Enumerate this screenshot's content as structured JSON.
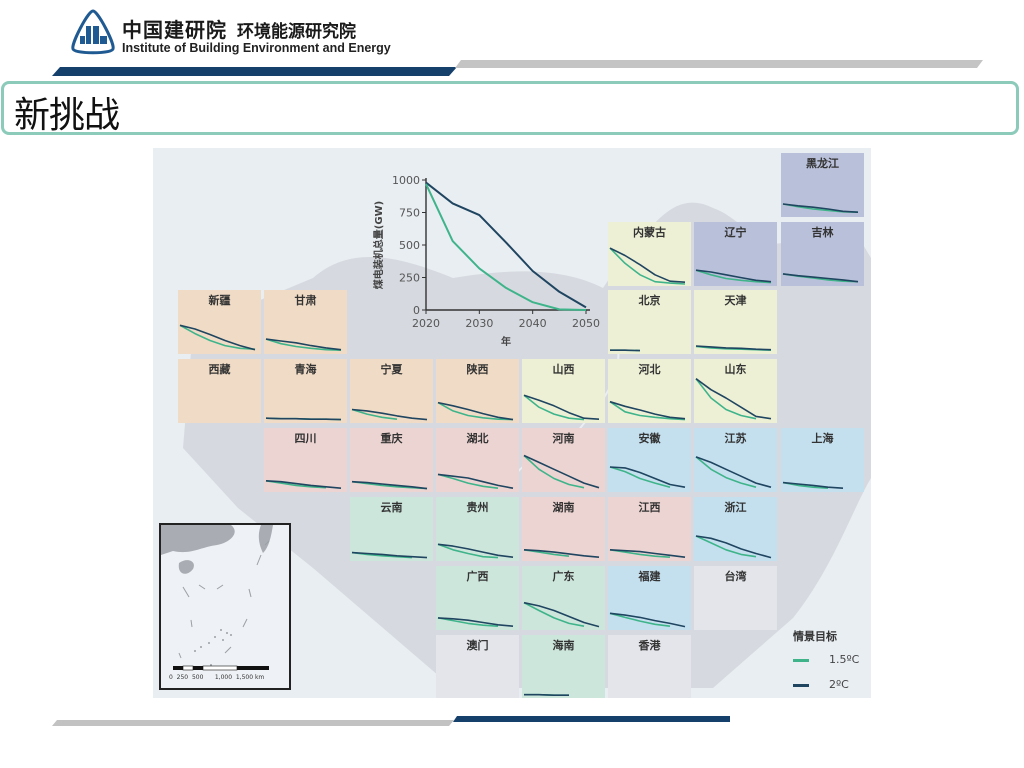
{
  "header": {
    "org_name_cn": "中国建研院",
    "org_sub_cn": "环境能源研究院",
    "org_name_en": "Institute of Building Environment and Energy"
  },
  "slide": {
    "title": "新挑战"
  },
  "colors": {
    "brand_blue": "#14406b",
    "accent_gray": "#c4c4c4",
    "title_border": "#8ccab9",
    "line_1_5C": "#3fb48a",
    "line_2C": "#1f4560",
    "region_northeast": "#b9c0d9",
    "region_north": "#eef0d6",
    "region_northwest": "#f0dcc6",
    "region_central": "#ecd4d2",
    "region_east": "#c4e0ef",
    "region_south": "#cde6dc",
    "region_special": "#e3e5ea"
  },
  "legend": {
    "title": "情景目标",
    "items": [
      {
        "label": "1.5ºC",
        "color": "#3fb48a"
      },
      {
        "label": "2ºC",
        "color": "#1f4560"
      }
    ]
  },
  "inset_map": {
    "scale_labels": [
      "0",
      "250",
      "500",
      "1,000",
      "1,500 km"
    ]
  },
  "chart_data": [
    {
      "type": "line",
      "title": "",
      "xlabel": "年",
      "ylabel": "煤电装机总量(GW)",
      "x": [
        2020,
        2025,
        2030,
        2035,
        2040,
        2045,
        2050
      ],
      "xticks": [
        2020,
        2030,
        2040,
        2050
      ],
      "yticks": [
        0,
        250,
        500,
        750,
        1000
      ],
      "ylim": [
        0,
        1000
      ],
      "xlim": [
        2020,
        2050
      ],
      "grid": false,
      "series": [
        {
          "name": "1.5ºC",
          "color": "#3fb48a",
          "values": [
            970,
            530,
            320,
            170,
            60,
            5,
            0
          ]
        },
        {
          "name": "2ºC",
          "color": "#1f4560",
          "values": [
            980,
            820,
            730,
            520,
            300,
            140,
            20
          ]
        }
      ]
    },
    {
      "type": "line",
      "title": "Provincial small multiples (tile-grid map)",
      "legend_title": "情景目标",
      "series_names": [
        "1.5ºC",
        "2ºC"
      ],
      "tiles": [
        {
          "name": "黑龙江",
          "col": 7,
          "row": 0,
          "region": "region_northeast",
          "s15": [
            0.24,
            0.18,
            0.13,
            0.1,
            0.07,
            0.06
          ],
          "s2": [
            0.24,
            0.2,
            0.17,
            0.13,
            0.08,
            0.06
          ]
        },
        {
          "name": "内蒙古",
          "col": 5,
          "row": 1,
          "region": "region_north",
          "s15": [
            0.78,
            0.45,
            0.2,
            0.05,
            0.02,
            0.0
          ],
          "s2": [
            0.78,
            0.62,
            0.42,
            0.2,
            0.06,
            0.04
          ]
        },
        {
          "name": "辽宁",
          "col": 6,
          "row": 1,
          "region": "region_northeast",
          "s15": [
            0.3,
            0.2,
            0.12,
            0.08,
            0.05,
            0.03
          ],
          "s2": [
            0.3,
            0.26,
            0.2,
            0.14,
            0.08,
            0.05
          ]
        },
        {
          "name": "吉林",
          "col": 7,
          "row": 1,
          "region": "region_northeast",
          "s15": [
            0.22,
            0.17,
            0.13,
            0.09,
            0.06,
            0.05
          ],
          "s2": [
            0.22,
            0.18,
            0.15,
            0.12,
            0.09,
            0.05
          ]
        },
        {
          "name": "新疆",
          "col": 0,
          "row": 2,
          "region": "region_northwest",
          "s15": [
            0.58,
            0.4,
            0.25,
            0.14,
            0.08,
            0.06
          ],
          "s2": [
            0.58,
            0.5,
            0.38,
            0.25,
            0.14,
            0.05
          ]
        },
        {
          "name": "甘肃",
          "col": 1,
          "row": 2,
          "region": "region_northwest",
          "s15": [
            0.28,
            0.18,
            0.12,
            0.08,
            0.05,
            0.04
          ],
          "s2": [
            0.28,
            0.24,
            0.2,
            0.14,
            0.09,
            0.05
          ]
        },
        {
          "name": "北京",
          "col": 5,
          "row": 2,
          "region": "region_north",
          "s15": [
            0.04,
            0.04,
            0.03,
            null,
            null,
            null
          ],
          "s2": [
            0.04,
            0.04,
            0.03,
            null,
            null,
            null
          ]
        },
        {
          "name": "天津",
          "col": 6,
          "row": 2,
          "region": "region_north",
          "s15": [
            0.12,
            0.09,
            0.07,
            0.06,
            0.05,
            0.04
          ],
          "s2": [
            0.13,
            0.11,
            0.09,
            0.08,
            0.06,
            0.05
          ]
        },
        {
          "name": "西藏",
          "col": 0,
          "row": 3,
          "region": "region_northwest",
          "s15": [],
          "s2": []
        },
        {
          "name": "青海",
          "col": 1,
          "row": 3,
          "region": "region_northwest",
          "s15": [
            0.06,
            0.05,
            0.05,
            0.04,
            0.04,
            0.03
          ],
          "s2": [
            0.06,
            0.05,
            0.05,
            0.04,
            0.04,
            0.03
          ]
        },
        {
          "name": "宁夏",
          "col": 2,
          "row": 3,
          "region": "region_northwest",
          "s15": [
            0.25,
            0.15,
            0.08,
            0.04,
            null,
            null
          ],
          "s2": [
            0.25,
            0.22,
            0.17,
            0.11,
            0.06,
            0.03
          ]
        },
        {
          "name": "陕西",
          "col": 3,
          "row": 3,
          "region": "region_northwest",
          "s15": [
            0.4,
            0.22,
            0.12,
            0.07,
            0.04,
            0.03
          ],
          "s2": [
            0.4,
            0.33,
            0.25,
            0.16,
            0.08,
            0.03
          ]
        },
        {
          "name": "山西",
          "col": 4,
          "row": 3,
          "region": "region_north",
          "s15": [
            0.56,
            0.3,
            0.15,
            0.06,
            0.03,
            null
          ],
          "s2": [
            0.56,
            0.45,
            0.33,
            0.18,
            0.06,
            0.04
          ]
        },
        {
          "name": "河北",
          "col": 5,
          "row": 3,
          "region": "region_north",
          "s15": [
            0.42,
            0.2,
            0.12,
            0.08,
            0.05,
            0.03
          ],
          "s2": [
            0.42,
            0.32,
            0.24,
            0.15,
            0.08,
            0.05
          ]
        },
        {
          "name": "山东",
          "col": 6,
          "row": 3,
          "region": "region_north",
          "s15": [
            0.92,
            0.5,
            0.25,
            0.12,
            0.05,
            null
          ],
          "s2": [
            0.92,
            0.68,
            0.5,
            0.3,
            0.1,
            0.05
          ]
        },
        {
          "name": "四川",
          "col": 1,
          "row": 4,
          "region": "region_central",
          "s15": [
            0.2,
            0.15,
            0.1,
            0.07,
            0.05,
            null
          ],
          "s2": [
            0.2,
            0.18,
            0.14,
            0.1,
            0.07,
            0.04
          ]
        },
        {
          "name": "重庆",
          "col": 2,
          "row": 4,
          "region": "region_central",
          "s15": [
            0.18,
            0.14,
            0.1,
            0.07,
            0.05,
            0.03
          ],
          "s2": [
            0.18,
            0.16,
            0.13,
            0.1,
            0.07,
            0.03
          ]
        },
        {
          "name": "湖北",
          "col": 3,
          "row": 4,
          "region": "region_central",
          "s15": [
            0.34,
            0.25,
            0.15,
            0.08,
            0.04,
            null
          ],
          "s2": [
            0.34,
            0.3,
            0.26,
            0.18,
            0.1,
            0.04
          ]
        },
        {
          "name": "河南",
          "col": 4,
          "row": 4,
          "region": "region_central",
          "s15": [
            0.75,
            0.45,
            0.25,
            0.12,
            0.05,
            null
          ],
          "s2": [
            0.75,
            0.6,
            0.45,
            0.3,
            0.15,
            0.05
          ]
        },
        {
          "name": "安徽",
          "col": 5,
          "row": 4,
          "region": "region_east",
          "s15": [
            0.5,
            0.4,
            0.25,
            0.15,
            0.06,
            null
          ],
          "s2": [
            0.5,
            0.48,
            0.38,
            0.25,
            0.12,
            0.06
          ]
        },
        {
          "name": "江苏",
          "col": 6,
          "row": 4,
          "region": "region_east",
          "s15": [
            0.72,
            0.45,
            0.27,
            0.15,
            0.06,
            null
          ],
          "s2": [
            0.72,
            0.6,
            0.45,
            0.3,
            0.15,
            0.06
          ]
        },
        {
          "name": "上海",
          "col": 7,
          "row": 4,
          "region": "region_east",
          "s15": [
            0.16,
            0.1,
            0.06,
            0.04,
            null,
            null
          ],
          "s2": [
            0.16,
            0.13,
            0.1,
            0.06,
            0.04,
            null
          ]
        },
        {
          "name": "云南",
          "col": 2,
          "row": 5,
          "region": "region_south",
          "s15": [
            0.14,
            0.1,
            0.07,
            0.05,
            0.03,
            null
          ],
          "s2": [
            0.14,
            0.12,
            0.1,
            0.07,
            0.05,
            0.03
          ]
        },
        {
          "name": "贵州",
          "col": 3,
          "row": 5,
          "region": "region_south",
          "s15": [
            0.32,
            0.2,
            0.12,
            0.05,
            0.03,
            null
          ],
          "s2": [
            0.32,
            0.28,
            0.22,
            0.15,
            0.08,
            0.04
          ]
        },
        {
          "name": "湖南",
          "col": 4,
          "row": 5,
          "region": "region_central",
          "s15": [
            0.2,
            0.15,
            0.1,
            0.06,
            null,
            null
          ],
          "s2": [
            0.2,
            0.18,
            0.15,
            0.11,
            0.07,
            0.04
          ]
        },
        {
          "name": "江西",
          "col": 5,
          "row": 5,
          "region": "region_central",
          "s15": [
            0.2,
            0.15,
            0.1,
            0.06,
            0.04,
            null
          ],
          "s2": [
            0.2,
            0.18,
            0.16,
            0.12,
            0.08,
            0.04
          ]
        },
        {
          "name": "浙江",
          "col": 6,
          "row": 5,
          "region": "region_east",
          "s15": [
            0.5,
            0.35,
            0.2,
            0.1,
            0.05,
            null
          ],
          "s2": [
            0.5,
            0.45,
            0.35,
            0.22,
            0.12,
            0.03
          ]
        },
        {
          "name": "广西",
          "col": 3,
          "row": 6,
          "region": "region_south",
          "s15": [
            0.22,
            0.16,
            0.1,
            0.06,
            0.04,
            null
          ],
          "s2": [
            0.22,
            0.2,
            0.17,
            0.12,
            0.07,
            0.04
          ]
        },
        {
          "name": "广东",
          "col": 4,
          "row": 6,
          "region": "region_south",
          "s15": [
            0.55,
            0.38,
            0.22,
            0.1,
            0.04,
            null
          ],
          "s2": [
            0.55,
            0.48,
            0.38,
            0.25,
            0.12,
            0.03
          ]
        },
        {
          "name": "福建",
          "col": 5,
          "row": 6,
          "region": "region_east",
          "s15": [
            0.32,
            0.23,
            0.15,
            0.08,
            0.04,
            null
          ],
          "s2": [
            0.32,
            0.28,
            0.23,
            0.16,
            0.1,
            0.03
          ]
        },
        {
          "name": "台湾",
          "col": 6,
          "row": 6,
          "region": "region_special",
          "s15": [],
          "s2": []
        },
        {
          "name": "澳门",
          "col": 3,
          "row": 7,
          "region": "region_special",
          "s15": [],
          "s2": []
        },
        {
          "name": "海南",
          "col": 4,
          "row": 7,
          "region": "region_south",
          "s15": [
            0.05,
            0.05,
            0.04,
            0.04,
            null,
            null
          ],
          "s2": [
            0.05,
            0.05,
            0.04,
            0.04,
            null,
            null
          ]
        },
        {
          "name": "香港",
          "col": 5,
          "row": 7,
          "region": "region_special",
          "s15": [],
          "s2": []
        }
      ]
    }
  ]
}
